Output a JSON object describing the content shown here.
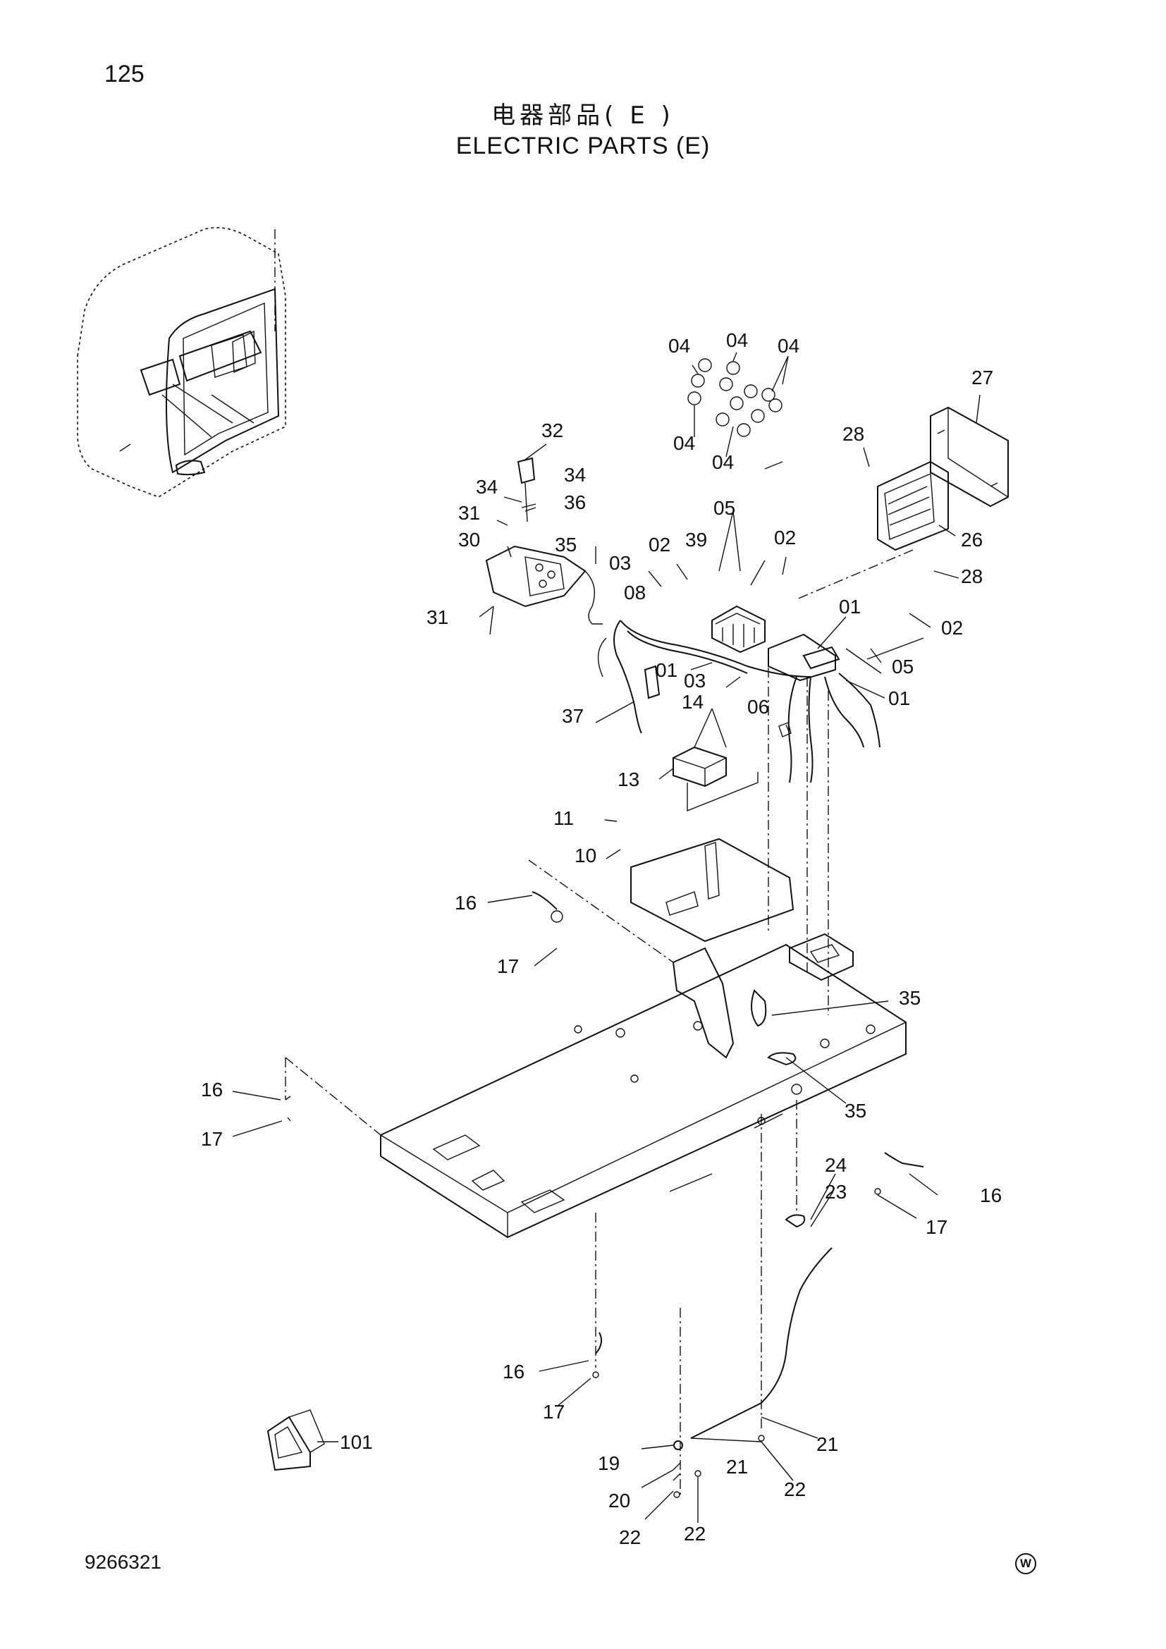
{
  "page_number": "125",
  "title_cn": "电器部品( E )",
  "title_en": "ELECTRIC PARTS (E)",
  "doc_number": "9266321",
  "mark": "W",
  "callouts": {
    "c04a": "04",
    "c04b": "04",
    "c04c": "04",
    "c04d": "04",
    "c04e": "04",
    "c27": "27",
    "c28a": "28",
    "c26": "26",
    "c28b": "28",
    "c32": "32",
    "c34a": "34",
    "c34b": "34",
    "c36": "36",
    "c31a": "31",
    "c30": "30",
    "c35a": "35",
    "c31b": "31",
    "c05a": "05",
    "c02a": "02",
    "c39": "39",
    "c02b": "02",
    "c03a": "03",
    "c08": "08",
    "c01a": "01",
    "c02c": "02",
    "c01b": "01",
    "c03b": "03",
    "c05b": "05",
    "c01c": "01",
    "c37": "37",
    "c14": "14",
    "c06": "06",
    "c13": "13",
    "c11": "11",
    "c10": "10",
    "c16a": "16",
    "c17a": "17",
    "c35b": "35",
    "c16b": "16",
    "c17b": "17",
    "c35c": "35",
    "c24": "24",
    "c23": "23",
    "c16c": "16",
    "c17c": "17",
    "c16d": "16",
    "c17d": "17",
    "c101": "101",
    "c21a": "21",
    "c19": "19",
    "c21b": "21",
    "c20": "20",
    "c22a": "22",
    "c22b": "22",
    "c22c": "22"
  }
}
